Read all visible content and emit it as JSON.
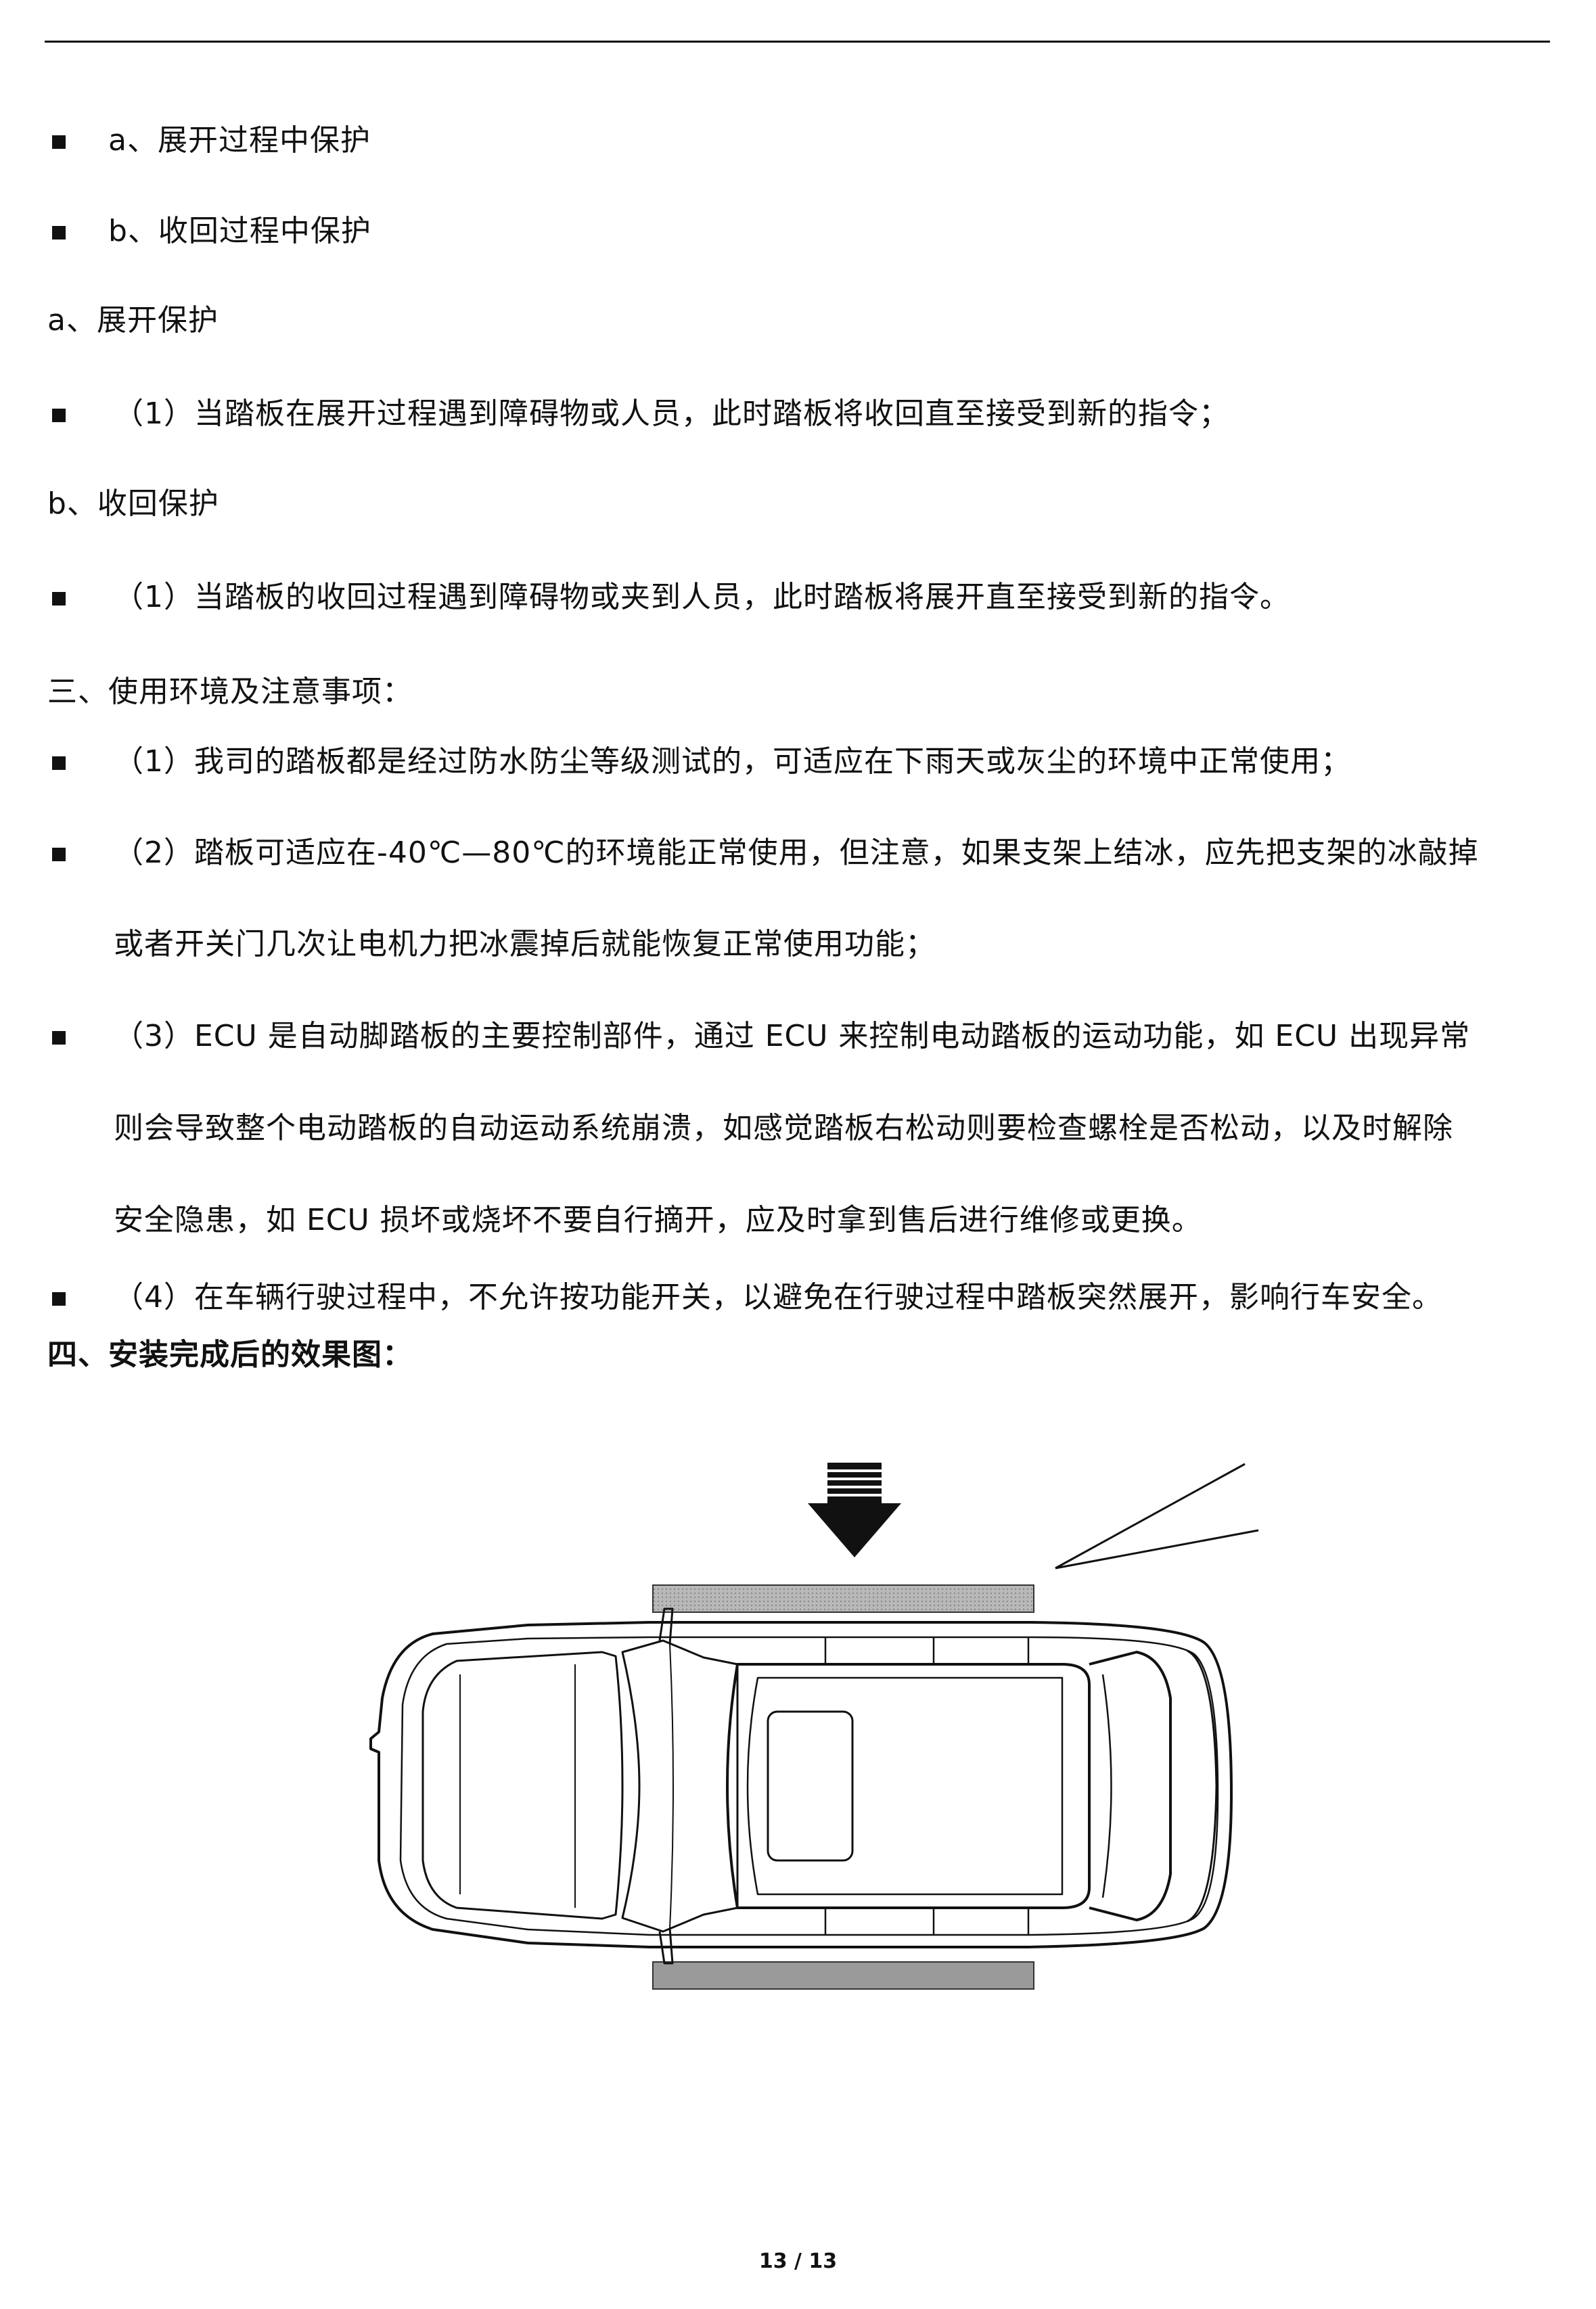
{
  "items": {
    "a_during_deploy": "a、展开过程中保护",
    "b_during_retract": "b、收回过程中保护",
    "a_deploy_heading": "a、展开保护",
    "a_item1": "（1）当踏板在展开过程遇到障碍物或人员，此时踏板将收回直至接受到新的指令；",
    "b_retract_heading": "b、收回保护",
    "b_item1": "（1）当踏板的收回过程遇到障碍物或夹到人员，此时踏板将展开直至接受到新的指令。"
  },
  "section3": {
    "heading": "三、使用环境及注意事项：",
    "item1": "（1）我司的踏板都是经过防水防尘等级测试的，可适应在下雨天或灰尘的环境中正常使用；",
    "item2_line1": "（2）踏板可适应在-40℃—80℃的环境能正常使用，但注意，如果支架上结冰，应先把支架的冰敲掉",
    "item2_line2": "或者开关门几次让电机力把冰震掉后就能恢复正常使用功能；",
    "item3_line1": "（3）ECU 是自动脚踏板的主要控制部件，通过 ECU 来控制电动踏板的运动功能，如 ECU 出现异常",
    "item3_line2": "则会导致整个电动踏板的自动运动系统崩溃，如感觉踏板右松动则要检查螺栓是否松动，以及时解除",
    "item3_line3": "安全隐患，如 ECU 损坏或烧坏不要自行摘开，应及时拿到售后进行维修或更换。",
    "item4": "（4）在车辆行驶过程中，不允许按功能开关，以避免在行驶过程中踏板突然展开，影响行车安全。"
  },
  "section4": {
    "heading": "四、安装完成后的效果图："
  },
  "footer": {
    "page": "13 / 13"
  }
}
